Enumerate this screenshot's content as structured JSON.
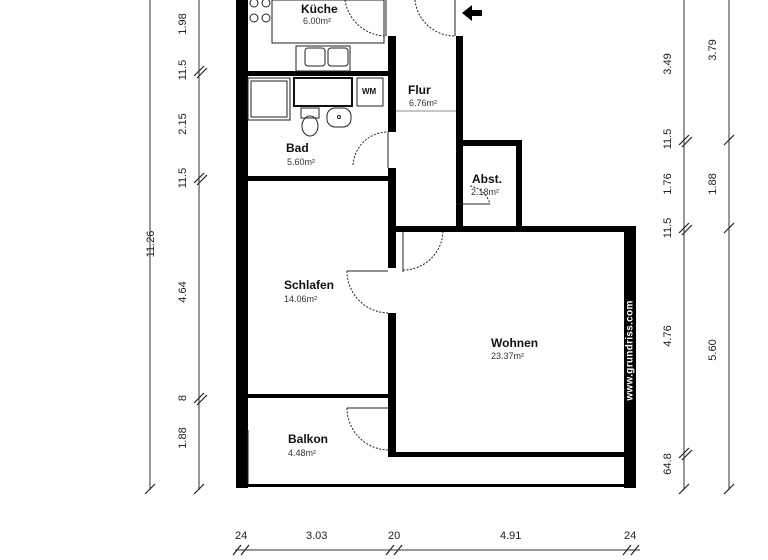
{
  "floor_plan": {
    "rooms": [
      {
        "id": "kueche",
        "name": "Küche",
        "area": "6.00m²"
      },
      {
        "id": "flur",
        "name": "Flur",
        "area": "6.76m²"
      },
      {
        "id": "bad",
        "name": "Bad",
        "area": "5.60m²"
      },
      {
        "id": "abst",
        "name": "Abst.",
        "area": "2.18m²"
      },
      {
        "id": "schlafen",
        "name": "Schlafen",
        "area": "14.06m²"
      },
      {
        "id": "wohnen",
        "name": "Wohnen",
        "area": "23.37m²"
      },
      {
        "id": "balkon",
        "name": "Balkon",
        "area": "4.48m²"
      }
    ],
    "fixtures": {
      "washing_machine": "WM"
    },
    "watermark": "www.grundriss.com",
    "dimensions": {
      "left_total": "11.26",
      "left_segments": [
        "1.98",
        "11.5",
        "2.15",
        "11.5",
        "4.64",
        "8",
        "1.88"
      ],
      "right_inner": [
        "3.49",
        "11.5",
        "1.76",
        "11.5",
        "4.76",
        "64.8"
      ],
      "right_outer": [
        "3.79",
        "1.88",
        "5.60"
      ],
      "bottom": [
        "24",
        "3.03",
        "20",
        "4.91",
        "24"
      ]
    }
  }
}
